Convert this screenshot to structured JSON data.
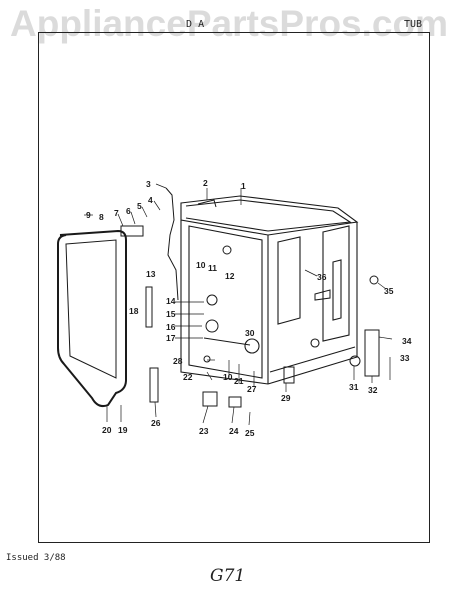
{
  "watermark": "AppliancePartsPros.com",
  "header": {
    "section_fragment": "D",
    "section_suffix": "A",
    "section_right": "TUB"
  },
  "footer": {
    "issued": "Issued 3/88",
    "page_code": "G71"
  },
  "callouts": [
    "1",
    "2",
    "3",
    "4",
    "5",
    "6",
    "7",
    "8",
    "9",
    "10",
    "11",
    "12",
    "13",
    "14",
    "15",
    "16",
    "17",
    "18",
    "19",
    "20",
    "21",
    "22",
    "23",
    "24",
    "25",
    "26",
    "27",
    "28",
    "29",
    "30",
    "31",
    "32",
    "33",
    "34",
    "35",
    "36",
    "10"
  ],
  "colors": {
    "ink": "#1a1a1a",
    "background": "#ffffff"
  }
}
